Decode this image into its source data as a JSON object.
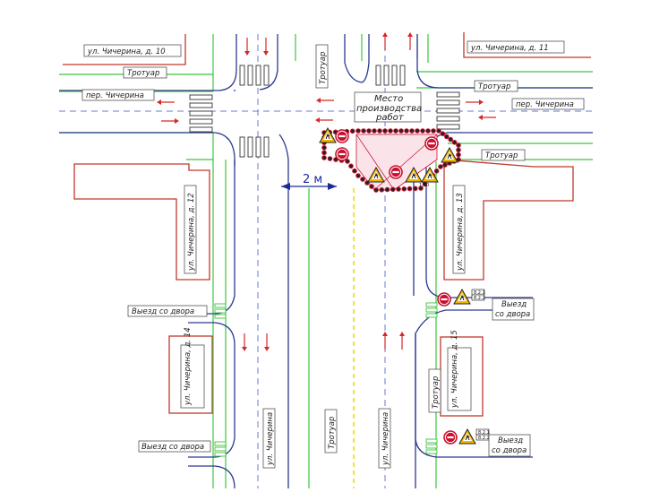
{
  "labels": {
    "building_10": "ул. Чичерина, д. 10",
    "building_11": "ул. Чичерина, д. 11",
    "building_12": "ул. Чичерина, д. 12",
    "building_13": "ул. Чичерина, д. 13",
    "building_14": "ул. Чичерина, д. 14",
    "building_15": "ул. Чичерина, д. 15",
    "sidewalk": "Тротуар",
    "lane_street": "пер. Чичерина",
    "main_street": "ул. Чичерина",
    "work_site_1": "Место",
    "work_site_2": "производства",
    "work_site_3": "работ",
    "yard_exit": "Выезд со двора",
    "dimension": "2 м",
    "sign_plate_8_2_1": "8.2.1",
    "sign_plate_8_2_2": "8.2.2",
    "sign_plate_1_20": "1.20"
  },
  "colors": {
    "road_edge": "#2b3a8f",
    "sidewalk_edge": "#3ec43e",
    "building": "#c0392b",
    "arrow": "#d62828",
    "axis": "#6a7bd0",
    "fence": "#c8102e",
    "sign_yellow": "#f2b800",
    "center_line": "#e9e000"
  },
  "icons": [
    "no-entry-sign-icon",
    "road-works-sign-icon",
    "fence-icon",
    "traffic-direction-arrow-icon"
  ]
}
